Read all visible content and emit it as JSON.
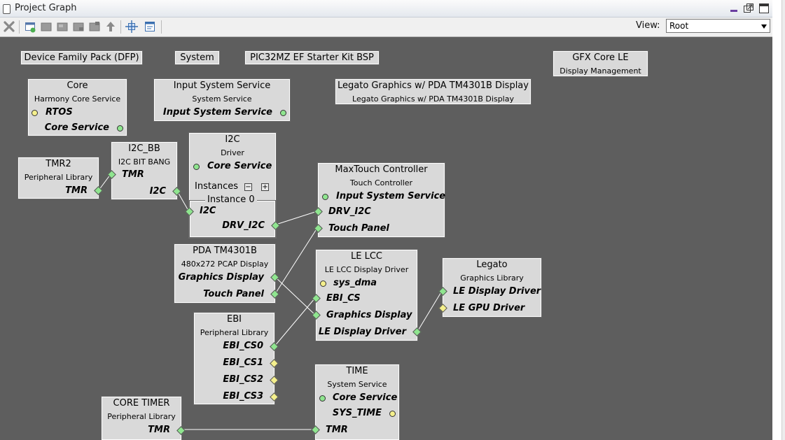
{
  "window": {
    "title": "Project Graph"
  },
  "toolbar": {
    "view_label": "View:",
    "view_value": "Root"
  },
  "icons": {
    "tab": "document-icon",
    "delete": "close-icon",
    "arrow_up": "arrow-up-icon",
    "fit": "fit-view-icon"
  },
  "colors": {
    "canvas": "#5e5e5e",
    "node": "#d9d9d9",
    "port_green": "#8fe58f",
    "port_yellow": "#f4ef8c",
    "wire": "#ffffff"
  },
  "nodes": {
    "dfp": {
      "title": "Device Family Pack (DFP)"
    },
    "system": {
      "title": "System"
    },
    "bsp": {
      "title": "PIC32MZ EF Starter Kit BSP"
    },
    "gfx": {
      "title": "GFX Core LE",
      "sub": "Display Management"
    },
    "core": {
      "title": "Core",
      "sub": "Harmony Core Service",
      "p1": "RTOS",
      "p2": "Core Service"
    },
    "input_sys": {
      "title": "Input System Service",
      "sub": "System Service",
      "p1": "Input System Service"
    },
    "legato_pda": {
      "title": "Legato Graphics w/ PDA TM4301B Display",
      "sub": "Legato Graphics w/ PDA TM4301B Display"
    },
    "tmr2": {
      "title": "TMR2",
      "sub": "Peripheral Library",
      "p1": "TMR"
    },
    "i2c_bb": {
      "title": "I2C_BB",
      "sub": "I2C BIT BANG",
      "p1": "TMR",
      "p2": "I2C"
    },
    "i2c": {
      "title": "I2C",
      "sub": "Driver",
      "p1": "Core Service",
      "instances": "Instances",
      "instance0": "Instance 0",
      "p2": "I2C",
      "p3": "DRV_I2C"
    },
    "maxtouch": {
      "title": "MaxTouch Controller",
      "sub": "Touch Controller",
      "p1": "Input System Service",
      "p2": "DRV_I2C",
      "p3": "Touch Panel"
    },
    "pda": {
      "title": "PDA TM4301B",
      "sub": "480x272 PCAP Display",
      "p1": "Graphics Display",
      "p2": "Touch Panel"
    },
    "lelcc": {
      "title": "LE LCC",
      "sub": "LE LCC Display Driver",
      "p1": "sys_dma",
      "p2": "EBI_CS",
      "p3": "Graphics Display",
      "p4": "LE Display Driver"
    },
    "legato": {
      "title": "Legato",
      "sub": "Graphics Library",
      "p1": "LE Display Driver",
      "p2": "LE GPU Driver"
    },
    "ebi": {
      "title": "EBI",
      "sub": "Peripheral Library",
      "p1": "EBI_CS0",
      "p2": "EBI_CS1",
      "p3": "EBI_CS2",
      "p4": "EBI_CS3"
    },
    "time": {
      "title": "TIME",
      "sub": "System Service",
      "p1": "Core Service",
      "p2": "SYS_TIME",
      "p3": "TMR"
    },
    "core_timer": {
      "title": "CORE TIMER",
      "sub": "Peripheral Library",
      "p1": "TMR"
    }
  }
}
